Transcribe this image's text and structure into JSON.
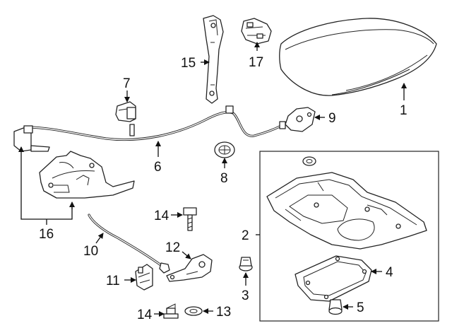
{
  "diagram": {
    "callouts": [
      {
        "id": "c1",
        "text": "1"
      },
      {
        "id": "c2",
        "text": "2"
      },
      {
        "id": "c3",
        "text": "3"
      },
      {
        "id": "c4",
        "text": "4"
      },
      {
        "id": "c5",
        "text": "5"
      },
      {
        "id": "c6",
        "text": "6"
      },
      {
        "id": "c7",
        "text": "7"
      },
      {
        "id": "c8",
        "text": "8"
      },
      {
        "id": "c9",
        "text": "9"
      },
      {
        "id": "c10",
        "text": "10"
      },
      {
        "id": "c11",
        "text": "11"
      },
      {
        "id": "c12",
        "text": "12"
      },
      {
        "id": "c13",
        "text": "13"
      },
      {
        "id": "c14a",
        "text": "14"
      },
      {
        "id": "c14b",
        "text": "14"
      },
      {
        "id": "c15",
        "text": "15"
      },
      {
        "id": "c16",
        "text": "16"
      },
      {
        "id": "c17",
        "text": "17"
      }
    ]
  }
}
